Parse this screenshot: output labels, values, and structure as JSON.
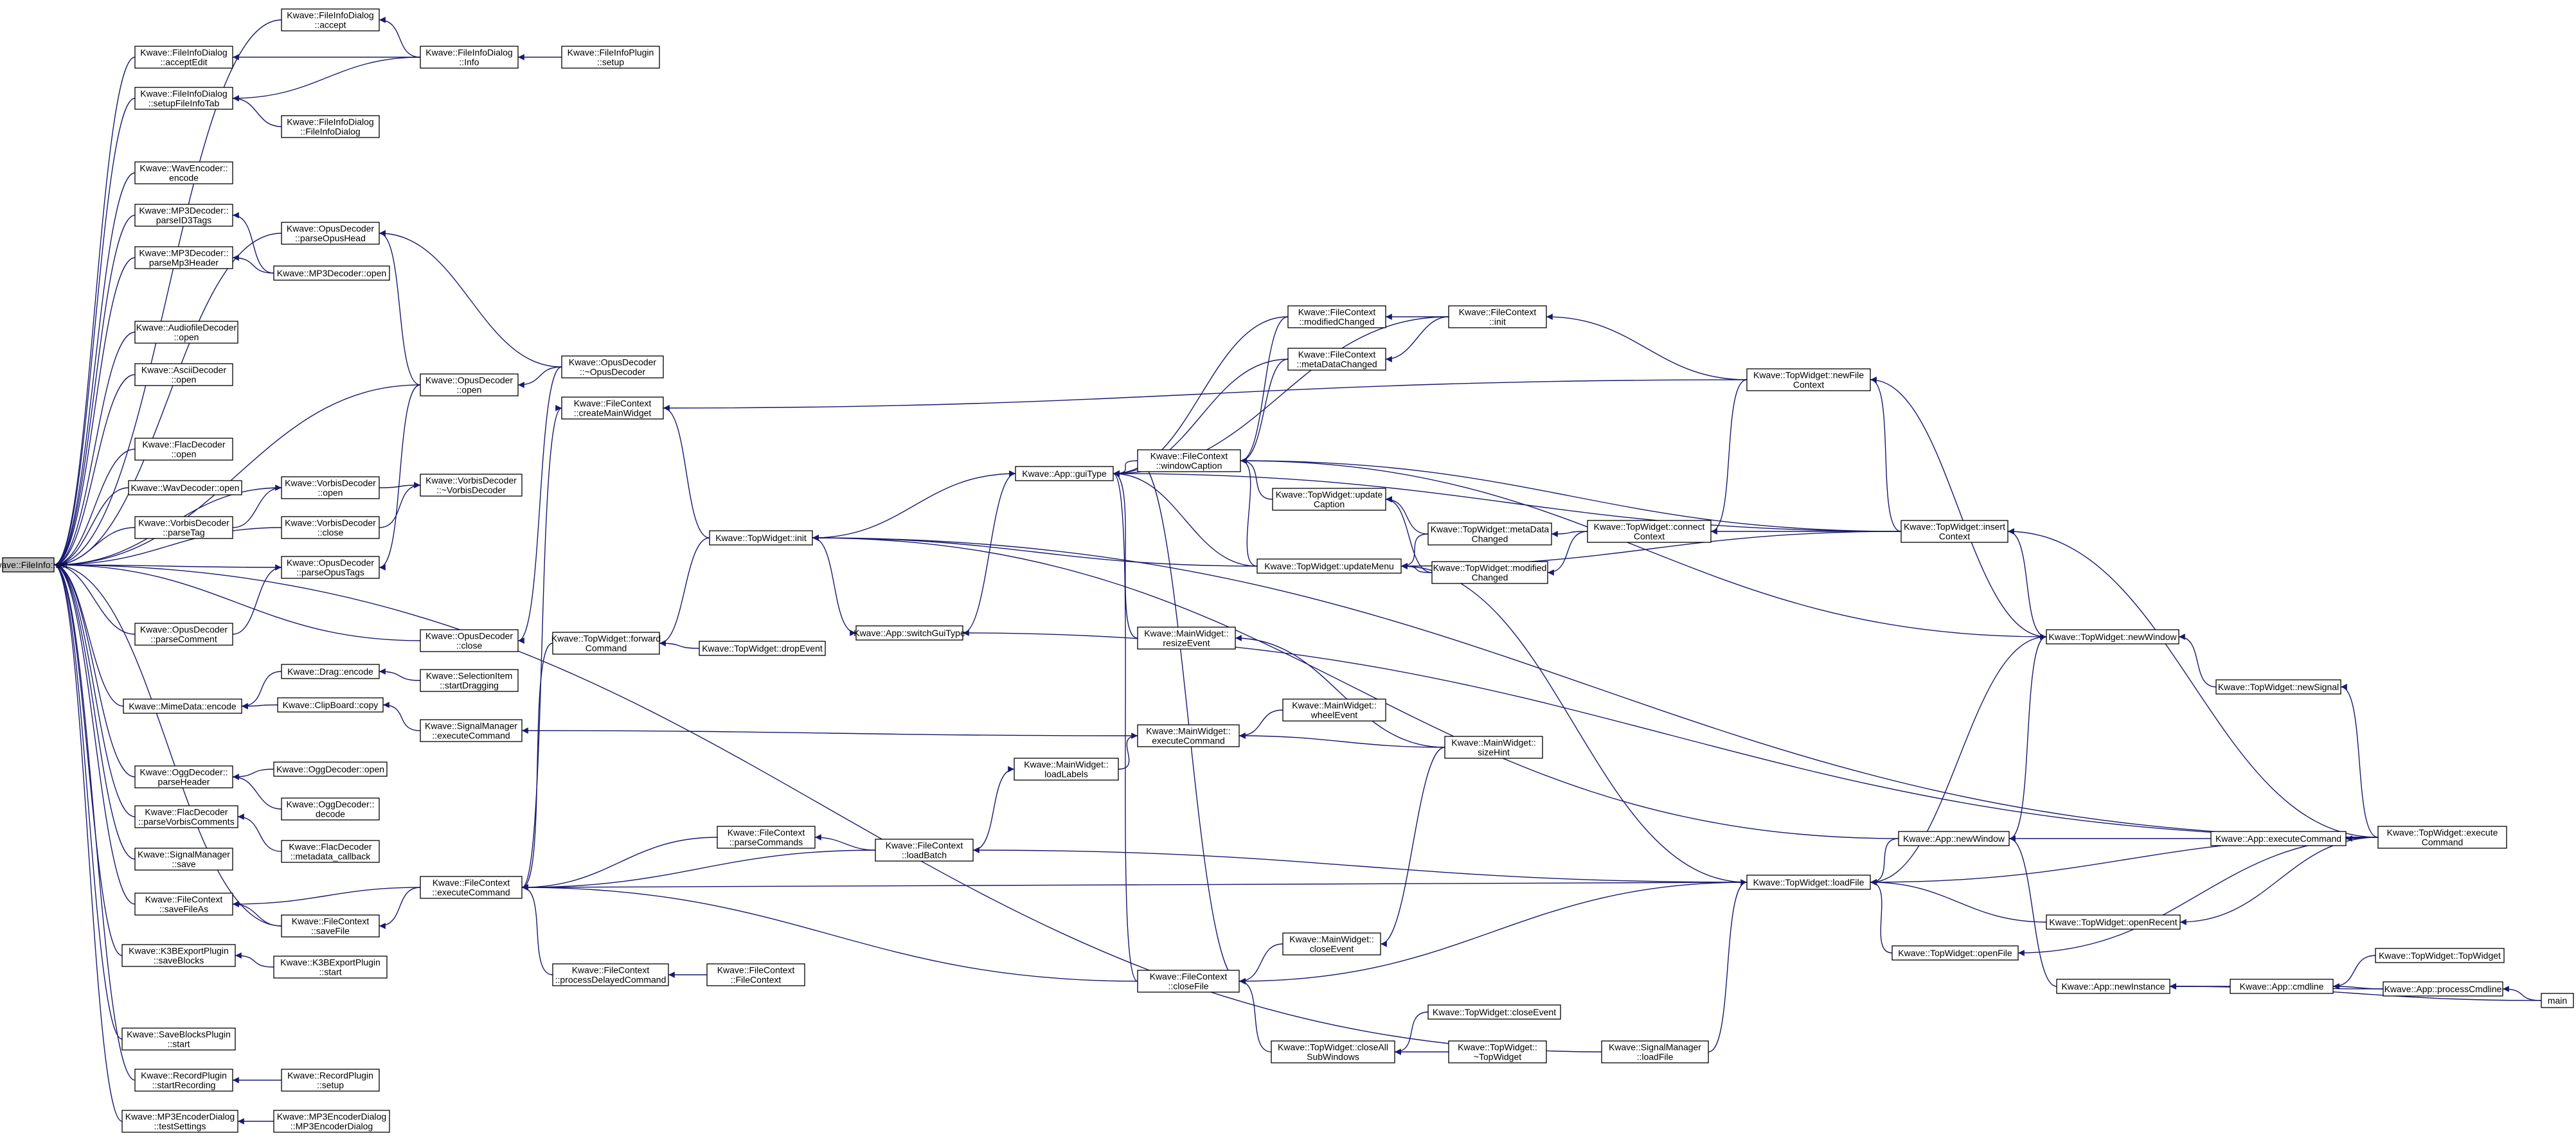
{
  "graph": {
    "root": "n1",
    "nodes": [
      {
        "id": "n1",
        "lines": [
          "Kwave::FileInfo::set"
        ],
        "root": true
      },
      {
        "id": "n2",
        "lines": [
          "Kwave::FileInfoDialog",
          "::accept"
        ]
      },
      {
        "id": "n3",
        "lines": [
          "Kwave::FileInfoDialog",
          "::acceptEdit"
        ]
      },
      {
        "id": "n4",
        "lines": [
          "Kwave::FileInfoDialog",
          "::Info"
        ]
      },
      {
        "id": "n5",
        "lines": [
          "Kwave::FileInfoPlugin",
          "::setup"
        ]
      },
      {
        "id": "n6",
        "lines": [
          "Kwave::FileInfoDialog",
          "::setupFileInfoTab"
        ]
      },
      {
        "id": "n7",
        "lines": [
          "Kwave::FileInfoDialog",
          "::FileInfoDialog"
        ]
      },
      {
        "id": "n8",
        "lines": [
          "Kwave::WavEncoder::",
          "encode"
        ]
      },
      {
        "id": "n9",
        "lines": [
          "Kwave::MP3Decoder::",
          "parseID3Tags"
        ]
      },
      {
        "id": "n10",
        "lines": [
          "Kwave::OpusDecoder",
          "::parseOpusHead"
        ]
      },
      {
        "id": "n11",
        "lines": [
          "Kwave::MP3Decoder::",
          "parseMp3Header"
        ]
      },
      {
        "id": "n12",
        "lines": [
          "Kwave::MP3Decoder::open"
        ]
      },
      {
        "id": "n13",
        "lines": [
          "Kwave::AudiofileDecoder",
          "::open"
        ]
      },
      {
        "id": "n14",
        "lines": [
          "Kwave::AsciiDecoder",
          "::open"
        ]
      },
      {
        "id": "n15",
        "lines": [
          "Kwave::OpusDecoder",
          "::open"
        ]
      },
      {
        "id": "n16",
        "lines": [
          "Kwave::OpusDecoder",
          "::~OpusDecoder"
        ]
      },
      {
        "id": "n17",
        "lines": [
          "Kwave::FlacDecoder",
          "::open"
        ]
      },
      {
        "id": "n18",
        "lines": [
          "Kwave::WavDecoder::open"
        ]
      },
      {
        "id": "n19",
        "lines": [
          "Kwave::VorbisDecoder",
          "::parseTag"
        ]
      },
      {
        "id": "n20",
        "lines": [
          "Kwave::VorbisDecoder",
          "::open"
        ]
      },
      {
        "id": "n21",
        "lines": [
          "Kwave::VorbisDecoder",
          "::~VorbisDecoder"
        ]
      },
      {
        "id": "n22",
        "lines": [
          "Kwave::VorbisDecoder",
          "::close"
        ]
      },
      {
        "id": "n23",
        "lines": [
          "Kwave::OpusDecoder",
          "::parseOpusTags"
        ]
      },
      {
        "id": "n24",
        "lines": [
          "Kwave::OpusDecoder",
          "::parseComment"
        ]
      },
      {
        "id": "n25",
        "lines": [
          "Kwave::OpusDecoder",
          "::close"
        ]
      },
      {
        "id": "n26",
        "lines": [
          "Kwave::MimeData::encode"
        ]
      },
      {
        "id": "n27",
        "lines": [
          "Kwave::Drag::encode"
        ]
      },
      {
        "id": "n28",
        "lines": [
          "Kwave::SelectionItem",
          "::startDragging"
        ]
      },
      {
        "id": "n29",
        "lines": [
          "Kwave::ClipBoard::copy"
        ]
      },
      {
        "id": "n30",
        "lines": [
          "Kwave::SignalManager",
          "::executeCommand"
        ]
      },
      {
        "id": "n31",
        "lines": [
          "Kwave::OggDecoder::",
          "parseHeader"
        ]
      },
      {
        "id": "n32",
        "lines": [
          "Kwave::OggDecoder::open"
        ]
      },
      {
        "id": "n33",
        "lines": [
          "Kwave::OggDecoder::",
          "decode"
        ]
      },
      {
        "id": "n34",
        "lines": [
          "Kwave::FlacDecoder",
          "::parseVorbisComments"
        ]
      },
      {
        "id": "n35",
        "lines": [
          "Kwave::FlacDecoder",
          "::metadata_callback"
        ]
      },
      {
        "id": "n36",
        "lines": [
          "Kwave::SignalManager",
          "::save"
        ]
      },
      {
        "id": "n37",
        "lines": [
          "Kwave::FileContext",
          "::saveFileAs"
        ]
      },
      {
        "id": "n38",
        "lines": [
          "Kwave::FileContext",
          "::saveFile"
        ]
      },
      {
        "id": "n39",
        "lines": [
          "Kwave::K3BExportPlugin",
          "::saveBlocks"
        ]
      },
      {
        "id": "n40",
        "lines": [
          "Kwave::K3BExportPlugin",
          "::start"
        ]
      },
      {
        "id": "n41",
        "lines": [
          "Kwave::SaveBlocksPlugin",
          "::start"
        ]
      },
      {
        "id": "n42",
        "lines": [
          "Kwave::RecordPlugin",
          "::startRecording"
        ]
      },
      {
        "id": "n43",
        "lines": [
          "Kwave::RecordPlugin",
          "::setup"
        ]
      },
      {
        "id": "n44",
        "lines": [
          "Kwave::MP3EncoderDialog",
          "::testSettings"
        ]
      },
      {
        "id": "n45",
        "lines": [
          "Kwave::MP3EncoderDialog",
          "::MP3EncoderDialog"
        ]
      },
      {
        "id": "n46",
        "lines": [
          "Kwave::FileContext",
          "::createMainWidget"
        ]
      },
      {
        "id": "n47",
        "lines": [
          "Kwave::TopWidget::init"
        ]
      },
      {
        "id": "n48",
        "lines": [
          "Kwave::TopWidget::forward",
          "Command"
        ]
      },
      {
        "id": "n49",
        "lines": [
          "Kwave::TopWidget::dropEvent"
        ]
      },
      {
        "id": "n50",
        "lines": [
          "Kwave::FileContext",
          "::executeCommand"
        ]
      },
      {
        "id": "n51",
        "lines": [
          "Kwave::FileContext",
          "::parseCommands"
        ]
      },
      {
        "id": "n52",
        "lines": [
          "Kwave::FileContext",
          "::loadBatch"
        ]
      },
      {
        "id": "n53",
        "lines": [
          "Kwave::FileContext",
          "::processDelayedCommand"
        ]
      },
      {
        "id": "n54",
        "lines": [
          "Kwave::FileContext",
          "::FileContext"
        ]
      },
      {
        "id": "n55",
        "lines": [
          "Kwave::App::guiType"
        ]
      },
      {
        "id": "n56",
        "lines": [
          "Kwave::App::switchGuiType"
        ]
      },
      {
        "id": "n57",
        "lines": [
          "Kwave::MainWidget::",
          "loadLabels"
        ]
      },
      {
        "id": "n58",
        "lines": [
          "Kwave::FileContext",
          "::closeFile"
        ]
      },
      {
        "id": "n59",
        "lines": [
          "Kwave::FileContext",
          "::windowCaption"
        ]
      },
      {
        "id": "n60",
        "lines": [
          "Kwave::FileContext",
          "::modifiedChanged"
        ]
      },
      {
        "id": "n61",
        "lines": [
          "Kwave::FileContext",
          "::metaDataChanged"
        ]
      },
      {
        "id": "n62",
        "lines": [
          "Kwave::FileContext",
          "::init"
        ]
      },
      {
        "id": "n63",
        "lines": [
          "Kwave::TopWidget::update",
          "Caption"
        ]
      },
      {
        "id": "n64",
        "lines": [
          "Kwave::TopWidget::updateMenu"
        ]
      },
      {
        "id": "n65",
        "lines": [
          "Kwave::MainWidget::",
          "resizeEvent"
        ]
      },
      {
        "id": "n66",
        "lines": [
          "Kwave::MainWidget::",
          "executeCommand"
        ]
      },
      {
        "id": "n67",
        "lines": [
          "Kwave::MainWidget::",
          "wheelEvent"
        ]
      },
      {
        "id": "n68",
        "lines": [
          "Kwave::MainWidget::",
          "sizeHint"
        ]
      },
      {
        "id": "n69",
        "lines": [
          "Kwave::MainWidget::",
          "closeEvent"
        ]
      },
      {
        "id": "n70",
        "lines": [
          "Kwave::TopWidget::closeAll",
          "SubWindows"
        ]
      },
      {
        "id": "n71",
        "lines": [
          "Kwave::TopWidget::closeEvent"
        ]
      },
      {
        "id": "n72",
        "lines": [
          "Kwave::TopWidget::",
          "~TopWidget"
        ]
      },
      {
        "id": "n73",
        "lines": [
          "Kwave::TopWidget::metaData",
          "Changed"
        ]
      },
      {
        "id": "n74",
        "lines": [
          "Kwave::TopWidget::modified",
          "Changed"
        ]
      },
      {
        "id": "n75",
        "lines": [
          "Kwave::TopWidget::connect",
          "Context"
        ]
      },
      {
        "id": "n76",
        "lines": [
          "Kwave::TopWidget::newFile",
          "Context"
        ]
      },
      {
        "id": "n77",
        "lines": [
          "Kwave::TopWidget::insert",
          "Context"
        ]
      },
      {
        "id": "n78",
        "lines": [
          "Kwave::TopWidget::newWindow"
        ]
      },
      {
        "id": "n79",
        "lines": [
          "Kwave::TopWidget::newSignal"
        ]
      },
      {
        "id": "n80",
        "lines": [
          "Kwave::App::newWindow"
        ]
      },
      {
        "id": "n81",
        "lines": [
          "Kwave::TopWidget::loadFile"
        ]
      },
      {
        "id": "n82",
        "lines": [
          "Kwave::TopWidget::openRecent"
        ]
      },
      {
        "id": "n83",
        "lines": [
          "Kwave::TopWidget::openFile"
        ]
      },
      {
        "id": "n84",
        "lines": [
          "Kwave::App::executeCommand"
        ]
      },
      {
        "id": "n85",
        "lines": [
          "Kwave::TopWidget::execute",
          "Command"
        ]
      },
      {
        "id": "n86",
        "lines": [
          "Kwave::App::newInstance"
        ]
      },
      {
        "id": "n87",
        "lines": [
          "Kwave::App::cmdline"
        ]
      },
      {
        "id": "n88",
        "lines": [
          "Kwave::TopWidget::TopWidget"
        ]
      },
      {
        "id": "n89",
        "lines": [
          "Kwave::App::processCmdline"
        ]
      },
      {
        "id": "n90",
        "lines": [
          "main"
        ]
      },
      {
        "id": "n91",
        "lines": [
          "Kwave::SignalManager",
          "::loadFile"
        ]
      }
    ],
    "edges": [
      [
        "n2",
        "n1"
      ],
      [
        "n3",
        "n1"
      ],
      [
        "n6",
        "n1"
      ],
      [
        "n8",
        "n1"
      ],
      [
        "n9",
        "n1"
      ],
      [
        "n10",
        "n1"
      ],
      [
        "n11",
        "n1"
      ],
      [
        "n13",
        "n1"
      ],
      [
        "n14",
        "n1"
      ],
      [
        "n15",
        "n1"
      ],
      [
        "n17",
        "n1"
      ],
      [
        "n18",
        "n1"
      ],
      [
        "n19",
        "n1"
      ],
      [
        "n24",
        "n1"
      ],
      [
        "n26",
        "n1"
      ],
      [
        "n31",
        "n1"
      ],
      [
        "n34",
        "n1"
      ],
      [
        "n36",
        "n1"
      ],
      [
        "n37",
        "n1"
      ],
      [
        "n39",
        "n1"
      ],
      [
        "n41",
        "n1"
      ],
      [
        "n42",
        "n1"
      ],
      [
        "n44",
        "n1"
      ],
      [
        "n20",
        "n1"
      ],
      [
        "n22",
        "n1"
      ],
      [
        "n23",
        "n1"
      ],
      [
        "n38",
        "n1"
      ],
      [
        "n25",
        "n1"
      ],
      [
        "n91",
        "n1"
      ],
      [
        "n4",
        "n2"
      ],
      [
        "n4",
        "n3"
      ],
      [
        "n5",
        "n4"
      ],
      [
        "n4",
        "n6"
      ],
      [
        "n7",
        "n6"
      ],
      [
        "n12",
        "n9"
      ],
      [
        "n12",
        "n11"
      ],
      [
        "n15",
        "n10"
      ],
      [
        "n16",
        "n10"
      ],
      [
        "n16",
        "n15"
      ],
      [
        "n19",
        "n20"
      ],
      [
        "n20",
        "n21"
      ],
      [
        "n22",
        "n21"
      ],
      [
        "n24",
        "n23"
      ],
      [
        "n15",
        "n23"
      ],
      [
        "n16",
        "n25"
      ],
      [
        "n27",
        "n26"
      ],
      [
        "n29",
        "n26"
      ],
      [
        "n28",
        "n27"
      ],
      [
        "n30",
        "n29"
      ],
      [
        "n32",
        "n31"
      ],
      [
        "n33",
        "n31"
      ],
      [
        "n35",
        "n34"
      ],
      [
        "n38",
        "n37"
      ],
      [
        "n50",
        "n37"
      ],
      [
        "n40",
        "n39"
      ],
      [
        "n43",
        "n42"
      ],
      [
        "n45",
        "n44"
      ],
      [
        "n50",
        "n38"
      ],
      [
        "n47",
        "n46"
      ],
      [
        "n50",
        "n46"
      ],
      [
        "n48",
        "n50"
      ],
      [
        "n51",
        "n50"
      ],
      [
        "n52",
        "n50"
      ],
      [
        "n53",
        "n50"
      ],
      [
        "n58",
        "n50"
      ],
      [
        "n81",
        "n50"
      ],
      [
        "n66",
        "n30"
      ],
      [
        "n49",
        "n48"
      ],
      [
        "n47",
        "n48"
      ],
      [
        "n52",
        "n51"
      ],
      [
        "n81",
        "n52"
      ],
      [
        "n54",
        "n53"
      ],
      [
        "n52",
        "n57"
      ],
      [
        "n57",
        "n66"
      ],
      [
        "n68",
        "n66"
      ],
      [
        "n67",
        "n66"
      ],
      [
        "n59",
        "n55"
      ],
      [
        "n60",
        "n55"
      ],
      [
        "n61",
        "n55"
      ],
      [
        "n62",
        "n55"
      ],
      [
        "n64",
        "n55"
      ],
      [
        "n47",
        "n55"
      ],
      [
        "n56",
        "n55"
      ],
      [
        "n58",
        "n55"
      ],
      [
        "n65",
        "n55"
      ],
      [
        "n77",
        "n55"
      ],
      [
        "n62",
        "n60"
      ],
      [
        "n62",
        "n61"
      ],
      [
        "n60",
        "n59"
      ],
      [
        "n61",
        "n59"
      ],
      [
        "n63",
        "n59"
      ],
      [
        "n64",
        "n59"
      ],
      [
        "n77",
        "n59"
      ],
      [
        "n78",
        "n59"
      ],
      [
        "n73",
        "n63"
      ],
      [
        "n74",
        "n63"
      ],
      [
        "n73",
        "n64"
      ],
      [
        "n74",
        "n64"
      ],
      [
        "n64",
        "n47"
      ],
      [
        "n47",
        "n56"
      ],
      [
        "n77",
        "n64"
      ],
      [
        "n81",
        "n64"
      ],
      [
        "n75",
        "n73"
      ],
      [
        "n75",
        "n74"
      ],
      [
        "n77",
        "n75"
      ],
      [
        "n76",
        "n75"
      ],
      [
        "n76",
        "n62"
      ],
      [
        "n77",
        "n76"
      ],
      [
        "n78",
        "n76"
      ],
      [
        "n78",
        "n77"
      ],
      [
        "n79",
        "n78"
      ],
      [
        "n80",
        "n78"
      ],
      [
        "n81",
        "n78"
      ],
      [
        "n85",
        "n79"
      ],
      [
        "n84",
        "n80"
      ],
      [
        "n86",
        "n80"
      ],
      [
        "n85",
        "n81"
      ],
      [
        "n80",
        "n81"
      ],
      [
        "n82",
        "n81"
      ],
      [
        "n83",
        "n81"
      ],
      [
        "n91",
        "n81"
      ],
      [
        "n85",
        "n84"
      ],
      [
        "n85",
        "n82"
      ],
      [
        "n85",
        "n83"
      ],
      [
        "n87",
        "n86"
      ],
      [
        "n89",
        "n86"
      ],
      [
        "n90",
        "n86"
      ],
      [
        "n88",
        "n87"
      ],
      [
        "n89",
        "n87"
      ],
      [
        "n90",
        "n89"
      ],
      [
        "n58",
        "n59"
      ],
      [
        "n69",
        "n58"
      ],
      [
        "n70",
        "n58"
      ],
      [
        "n81",
        "n58"
      ],
      [
        "n71",
        "n70"
      ],
      [
        "n72",
        "n70"
      ],
      [
        "n68",
        "n65"
      ],
      [
        "n68",
        "n69"
      ],
      [
        "n85",
        "n56"
      ],
      [
        "n85",
        "n77"
      ],
      [
        "n85",
        "n47"
      ],
      [
        "n80",
        "n47"
      ],
      [
        "n76",
        "n46"
      ]
    ]
  }
}
